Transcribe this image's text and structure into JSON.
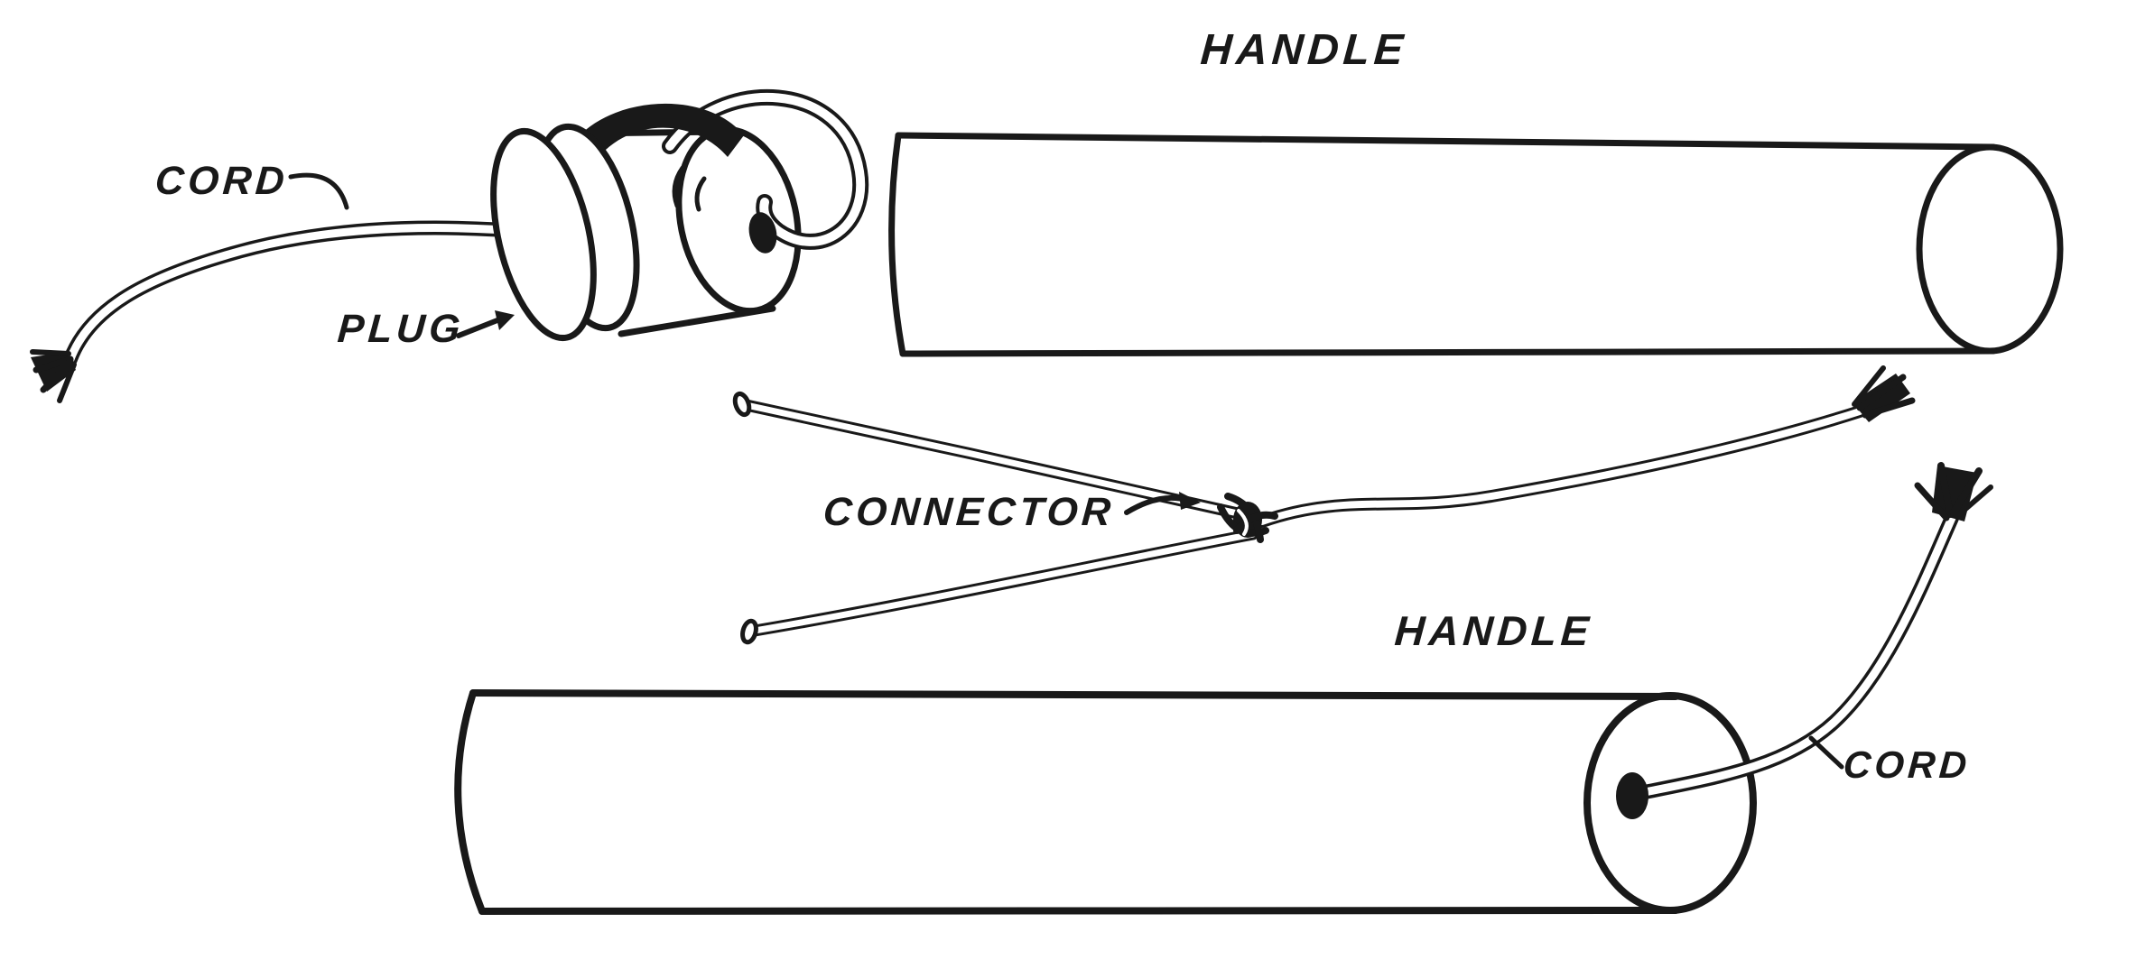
{
  "figure": {
    "colors": {
      "ink": "#191919",
      "paper": "#ffffff"
    },
    "labels": {
      "handle_top": "HANDLE",
      "cord_top_left": "CORD",
      "plug": "PLUG",
      "connector": "CONNECTOR",
      "handle_bottom": "HANDLE",
      "cord_bottom_right": "CORD"
    }
  }
}
